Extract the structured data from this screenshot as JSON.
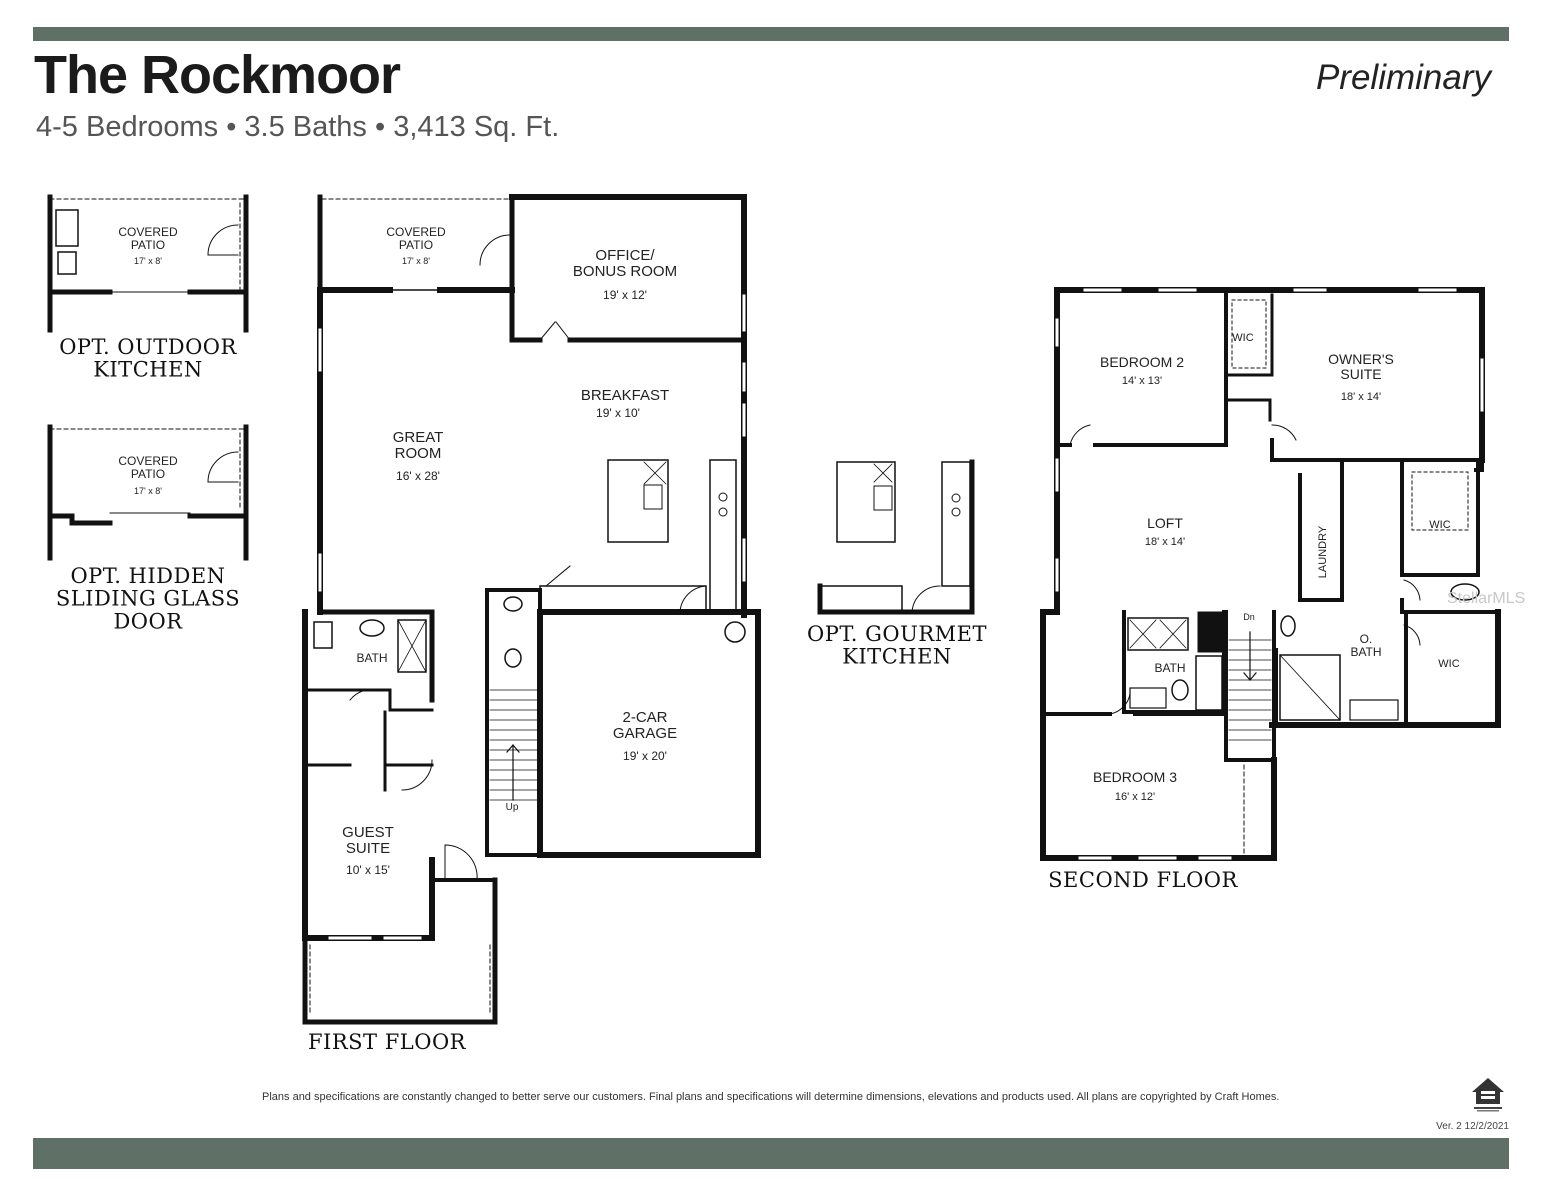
{
  "header": {
    "title": "The Rockmoor",
    "subtitle": "4-5 Bedrooms • 3.5 Baths • 3,413 Sq. Ft.",
    "status": "Preliminary"
  },
  "options": {
    "outdoor_kitchen": {
      "patio_name": "COVERED\nPATIO",
      "patio_size": "17' x 8'",
      "caption": "OPT. OUTDOOR\nKITCHEN"
    },
    "hidden_door": {
      "patio_name": "COVERED\nPATIO",
      "patio_size": "17' x 8'",
      "caption": "OPT. HIDDEN\nSLIDING GLASS\nDOOR"
    },
    "gourmet_kitchen": {
      "caption": "OPT. GOURMET\nKITCHEN"
    }
  },
  "first_floor": {
    "caption": "FIRST FLOOR",
    "rooms": [
      {
        "name": "COVERED\nPATIO",
        "size": "17' x 8'"
      },
      {
        "name": "OFFICE/\nBONUS ROOM",
        "size": "19' x 12'"
      },
      {
        "name": "BREAKFAST",
        "size": "19' x 10'"
      },
      {
        "name": "GREAT\nROOM",
        "size": "16' x 28'"
      },
      {
        "name": "BATH",
        "size": ""
      },
      {
        "name": "2-CAR\nGARAGE",
        "size": "19' x 20'"
      },
      {
        "name": "GUEST\nSUITE",
        "size": "10' x 15'"
      }
    ],
    "stair_label": "Up"
  },
  "second_floor": {
    "caption": "SECOND FLOOR",
    "rooms": [
      {
        "name": "BEDROOM 2",
        "size": "14' x 13'"
      },
      {
        "name": "WIC",
        "size": ""
      },
      {
        "name": "OWNER'S\nSUITE",
        "size": "18' x 14'"
      },
      {
        "name": "LOFT",
        "size": "18' x 14'"
      },
      {
        "name": "LAUNDRY",
        "size": ""
      },
      {
        "name": "WIC",
        "size": ""
      },
      {
        "name": "BATH",
        "size": ""
      },
      {
        "name": "O.\nBATH",
        "size": ""
      },
      {
        "name": "WIC",
        "size": ""
      },
      {
        "name": "BEDROOM 3",
        "size": "16' x 12'"
      }
    ],
    "stair_label": "Dn"
  },
  "footer": {
    "disclaimer": "Plans and specifications are constantly changed to better serve our customers. Final plans and specifications will determine dimensions, elevations and products used. All plans are copyrighted by Craft Homes.",
    "version": "Ver. 2   12/2/2021",
    "watermark": "StellarMLS"
  },
  "colors": {
    "band": "#5f7166",
    "wall": "#111111"
  },
  "icons": [
    "equal-housing-opportunity-icon"
  ]
}
